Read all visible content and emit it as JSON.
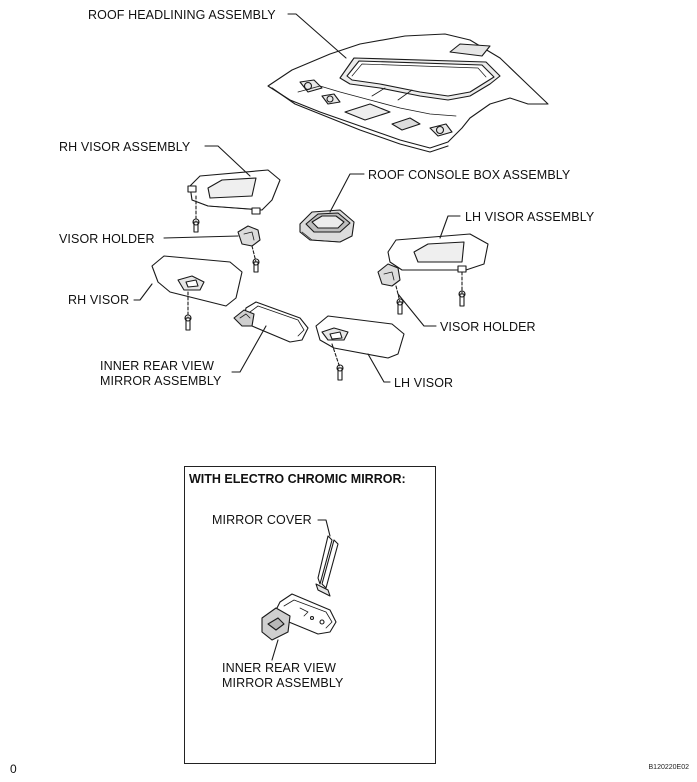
{
  "labels": {
    "roof_headlining": "ROOF HEADLINING ASSEMBLY",
    "rh_visor_assembly": "RH VISOR ASSEMBLY",
    "roof_console_box": "ROOF CONSOLE BOX ASSEMBLY",
    "lh_visor_assembly": "LH VISOR ASSEMBLY",
    "visor_holder_left": "VISOR HOLDER",
    "rh_visor": "RH VISOR",
    "visor_holder_right": "VISOR HOLDER",
    "inner_mirror_line1": "INNER REAR VIEW",
    "inner_mirror_line2": "MIRROR ASSEMBLY",
    "lh_visor": "LH VISOR"
  },
  "inset": {
    "title": "WITH ELECTRO CHROMIC MIRROR:",
    "mirror_cover": "MIRROR COVER",
    "inner_mirror_line1": "INNER REAR VIEW",
    "inner_mirror_line2": "MIRROR ASSEMBLY"
  },
  "footer": {
    "page_number": "0",
    "figure_code": "B120220E02"
  }
}
